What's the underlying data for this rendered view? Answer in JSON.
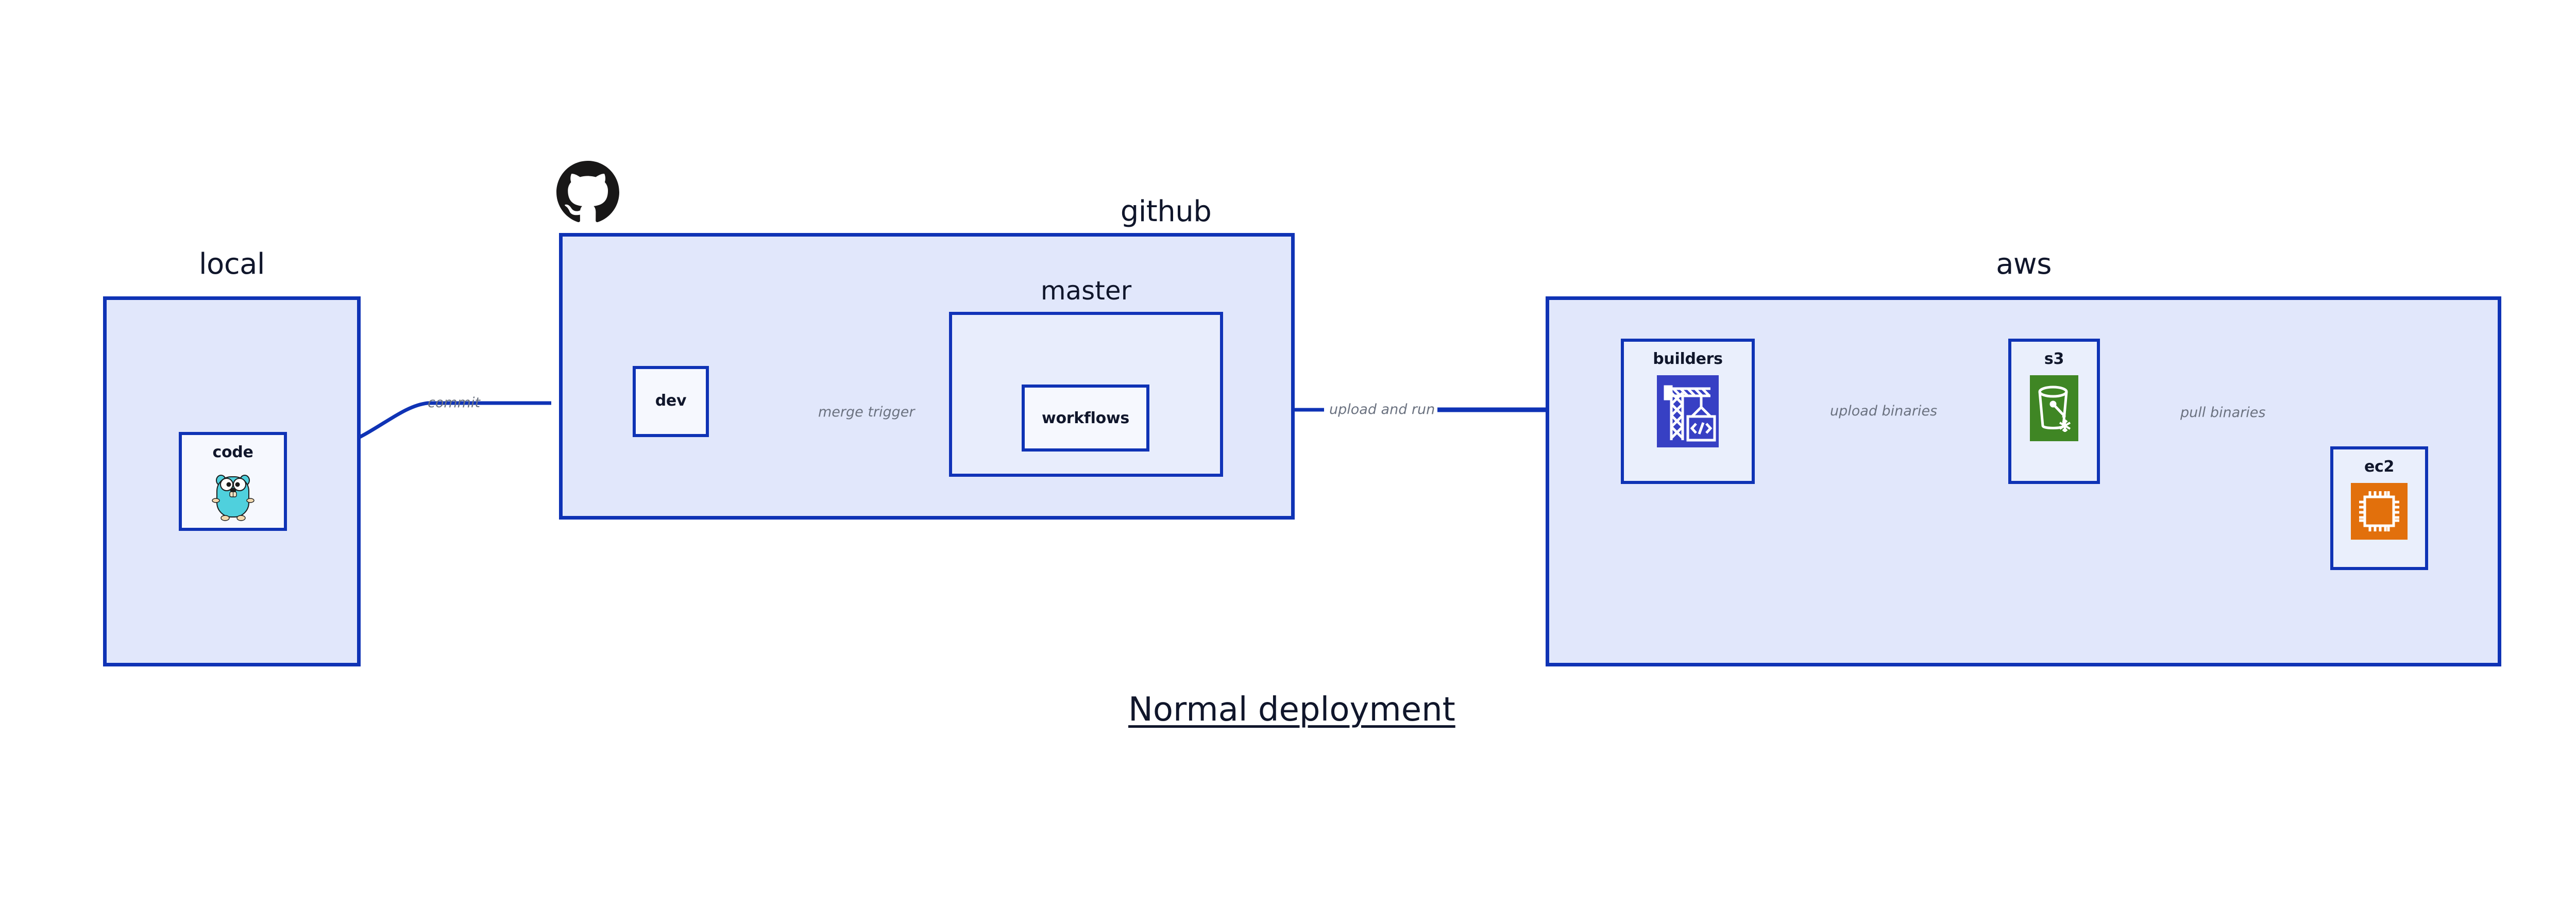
{
  "caption": "Normal deployment",
  "colors": {
    "edge": "#0f33b5",
    "group_border": "#0f33b5",
    "group_fill": "#e1e7fb",
    "node_fill": "#eaeffc",
    "node_fill_light": "#f6f8fe",
    "label_text": "#6b7280",
    "title_text": "#10162b",
    "aws_builders_icon_bg": "#3740c4",
    "aws_s3_icon_bg": "#3f8624",
    "aws_ec2_icon_bg": "#e2700c",
    "gopher_body": "#4fd0dd",
    "github_logo": "#181717"
  },
  "groups": [
    {
      "id": "local",
      "title": "local"
    },
    {
      "id": "github",
      "title": "github"
    },
    {
      "id": "aws",
      "title": "aws"
    }
  ],
  "github": {
    "logo_icon": "github-mark-icon",
    "sub_container": {
      "id": "master",
      "title": "master"
    },
    "nodes": [
      {
        "id": "dev",
        "label": "dev"
      },
      {
        "id": "workflows",
        "label": "workflows"
      }
    ]
  },
  "local": {
    "nodes": [
      {
        "id": "code",
        "label": "code",
        "icon": "go-gopher-icon"
      }
    ]
  },
  "aws": {
    "nodes": [
      {
        "id": "builders",
        "label": "builders",
        "icon": "aws-builders-crane-icon"
      },
      {
        "id": "s3",
        "label": "s3",
        "icon": "aws-s3-bucket-icon"
      },
      {
        "id": "ec2",
        "label": "ec2",
        "icon": "aws-ec2-chip-icon"
      }
    ]
  },
  "edges": [
    {
      "id": "commit",
      "label": "commit",
      "from": "code",
      "to": "dev"
    },
    {
      "id": "merge-trigger",
      "label": "merge trigger",
      "from": "dev",
      "to": "workflows"
    },
    {
      "id": "upload-and-run",
      "label": "upload and run",
      "from": "workflows",
      "to": "builders"
    },
    {
      "id": "upload-binaries",
      "label": "upload binaries",
      "from": "builders",
      "to": "s3"
    },
    {
      "id": "pull-binaries",
      "label": "pull binaries",
      "from": "s3",
      "to": "ec2"
    }
  ]
}
